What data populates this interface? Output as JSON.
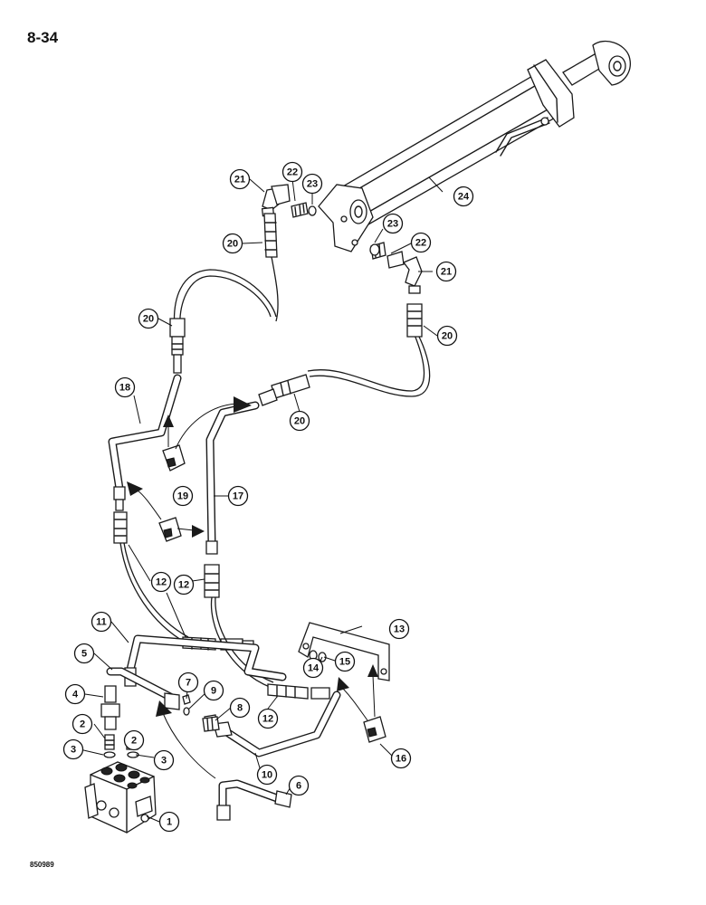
{
  "page_number": "8-34",
  "figure_code": "850989",
  "callouts": [
    {
      "label": "1"
    },
    {
      "label": "2"
    },
    {
      "label": "2"
    },
    {
      "label": "3"
    },
    {
      "label": "3"
    },
    {
      "label": "4"
    },
    {
      "label": "5"
    },
    {
      "label": "6"
    },
    {
      "label": "7"
    },
    {
      "label": "8"
    },
    {
      "label": "9"
    },
    {
      "label": "10"
    },
    {
      "label": "11"
    },
    {
      "label": "12"
    },
    {
      "label": "12"
    },
    {
      "label": "12"
    },
    {
      "label": "13"
    },
    {
      "label": "14"
    },
    {
      "label": "15"
    },
    {
      "label": "16"
    },
    {
      "label": "17"
    },
    {
      "label": "18"
    },
    {
      "label": "19"
    },
    {
      "label": "20"
    },
    {
      "label": "20"
    },
    {
      "label": "20"
    },
    {
      "label": "20"
    },
    {
      "label": "21"
    },
    {
      "label": "21"
    },
    {
      "label": "22"
    },
    {
      "label": "22"
    },
    {
      "label": "23"
    },
    {
      "label": "23"
    },
    {
      "label": "24"
    }
  ]
}
